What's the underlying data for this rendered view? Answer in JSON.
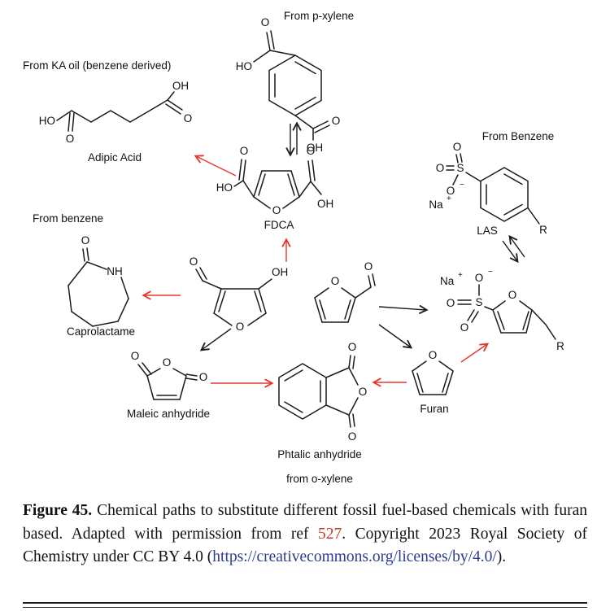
{
  "figure": {
    "diagram": {
      "sources": {
        "p_xylene": "From p-xylene",
        "ka_oil": "From KA oil (benzene derived)",
        "benzene_left": "From benzene",
        "benzene_right": "From Benzene",
        "o_xylene": "from o-xylene"
      },
      "compounds": {
        "adipic_acid": "Adipic Acid",
        "caprolactame": "Caprolactame",
        "fdca": "FDCA",
        "maleic_anhydride": "Maleic anhydride",
        "phtalic_anhydride": "Phtalic anhydride",
        "furan": "Furan",
        "las": "LAS"
      },
      "atoms": {
        "o": "O",
        "oh": "OH",
        "ho": "HO",
        "nh": "NH",
        "na": "Na",
        "s": "S",
        "r": "R",
        "plus": "+",
        "minus": "−"
      },
      "colors": {
        "bond": "#1b1b1b",
        "red_arrow": "#e8352b",
        "black_arrow": "#1b1b1b"
      }
    },
    "caption": {
      "label": "Figure 45.",
      "body1": " Chemical paths to substitute different fossil fuel-based chemicals with furan based. Adapted with permission from ref ",
      "ref": "527",
      "body2": ". Copyright 2023 Royal Society of Chemistry under CC BY 4.0 (",
      "url": "https://creativecommons.org/licenses/by/4.0/",
      "body3": ")."
    }
  }
}
